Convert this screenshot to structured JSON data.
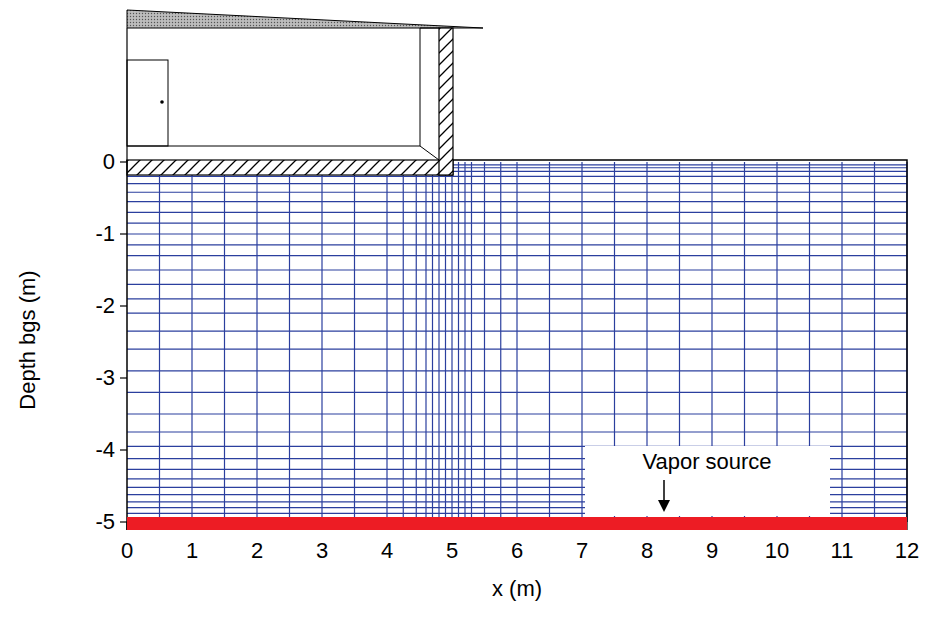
{
  "diagram": {
    "labels": [
      "Depth bgs (m)",
      "0",
      "-1",
      "-2",
      "-3",
      "-4",
      "-5",
      "0",
      "1",
      "2",
      "3",
      "4",
      "5",
      "6",
      "7",
      "8",
      "9",
      "10",
      "11",
      "12",
      "x (m)",
      "Vapor source"
    ]
  }
}
